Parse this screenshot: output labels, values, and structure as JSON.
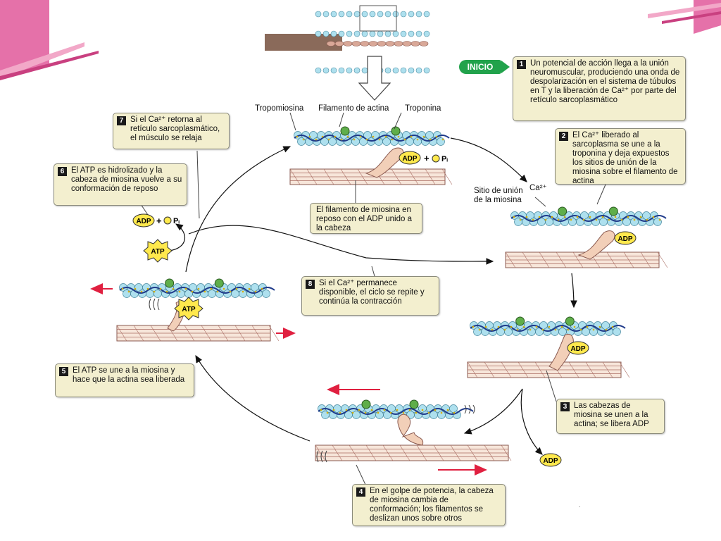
{
  "colors": {
    "pink_banner": "#e0589a",
    "actin_bead": "#aee0ee",
    "troponin_green": "#5fae4a",
    "myosin": "#f2cfb8",
    "callout_bg": "#f3efcf",
    "start_green": "#21a24b",
    "motion_arrow": "#e02040",
    "badge_yellow": "#ffe94d"
  },
  "start_label": "INICIO",
  "labels": {
    "tropomyosin": "Tropomiosina",
    "actin_filament": "Filamento de actina",
    "troponin": "Troponina",
    "binding_site": "Sitio de unión\nde la miosina",
    "ca": "Ca²⁺"
  },
  "chips": {
    "adp": "ADP",
    "atp": "ATP",
    "plus": "+",
    "pi": "Pᵢ"
  },
  "steps": [
    {
      "num": "1",
      "text": "Un potencial de acción llega a la unión neuromuscular, produciendo una onda de despolarización en el sistema de túbulos en T y la liberación de Ca²⁺ por parte del retículo sarcoplasmático"
    },
    {
      "num": "2",
      "text": "El Ca²⁺ liberado al sarcoplasma se une a la troponina y deja expuestos los sitios de unión de la miosina sobre el filamento de actina"
    },
    {
      "num": "3",
      "text": "Las cabezas de miosina se unen a la actina; se libera ADP"
    },
    {
      "num": "4",
      "text": "En el golpe de potencia, la cabeza de miosina cambia de conformación; los filamentos se deslizan unos sobre otros"
    },
    {
      "num": "5",
      "text": "El ATP se une a la miosina y hace que la actina sea liberada"
    },
    {
      "num": "6",
      "text": "El ATP es hidrolizado y la cabeza de miosina vuelve a su conformación de reposo"
    },
    {
      "num": "7",
      "text": "Si el Ca²⁺ retorna al retículo sarcoplasmático, el músculo se relaja"
    },
    {
      "num": "8",
      "text": "Si el Ca²⁺ permanece disponible, el ciclo se repite y continúa la contracción"
    }
  ],
  "rest_caption": "El filamento de miosina en reposo con el ADP unido a la cabeza"
}
